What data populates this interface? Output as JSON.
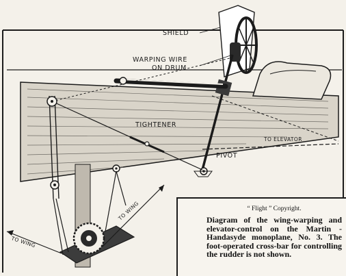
{
  "labels": {
    "shield": "SHIELD",
    "warping_wire_line1": "WARPING WIRE",
    "warping_wire_line2": "ON DRUM",
    "tightener": "TIGHTENER",
    "pivot": "PIVOT",
    "to_elevator": "TO ELEVATOR",
    "to_wing_left": "TO WING",
    "to_wing_right": "TO WING"
  },
  "caption": {
    "credit": "“ Flight ” Copyright.",
    "text": "Diagram of the wing-warping and elevator-control on the Martin - Handasyde monoplane, No. 3. The foot-operated cross-bar for controlling the rudder is not shown."
  }
}
